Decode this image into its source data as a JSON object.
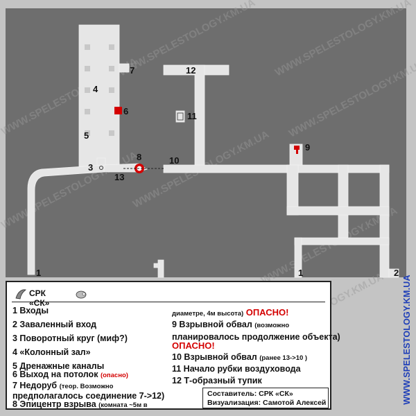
{
  "map": {
    "watermark_text": "WWW.SPELESTOLOGY.KM.UA",
    "vertical_site": "WWW.SPELESTOLOGY.KM.UA",
    "labels": {
      "l1a": "1",
      "l1b": "1",
      "l2": "2",
      "l3": "3",
      "l4": "4",
      "l5": "5",
      "l6": "6",
      "l7": "7",
      "l8": "8",
      "l9": "9",
      "l10": "10",
      "l11": "11",
      "l12": "12",
      "l13": "13"
    },
    "colors": {
      "background": "#6e6e6e",
      "tunnel": "#e6e6e6",
      "danger": "#d40000",
      "site": "#1f3fb8"
    }
  },
  "legend": {
    "brand": "СРК «СК»",
    "items": {
      "i1": "1 Входы",
      "i2": "2 Заваленный вход",
      "i3": "3 Поворотный круг (миф?)",
      "i4": "4 «Колонный зал»",
      "i5": "5 Дренажные каналы",
      "i6": "6 Выход на потолок",
      "i6_note": "(опасно)",
      "i7": "7 Недоруб",
      "i7_note_a": "(теор. Возможно",
      "i7_note_b": "предполагалось соединение 7->12)",
      "i8": "8 Эпицентр взрыва",
      "i8_note_a": "(комната ~5м в",
      "i8_note_b": "диаметре, 4м высота)",
      "i8_danger": "ОПАСНО!",
      "i9": "9 Взрывной обвал",
      "i9_note_a": "(возможно",
      "i9_note_b": "планировалось продолжение объекта)",
      "i9_danger": "ОПАСНО!",
      "i10": "10 Взрывной обвал",
      "i10_note": "(ранее 13->10 )",
      "i11": "11 Начало рубки воздуховода",
      "i12": "12 Т-образный тупик"
    },
    "credits": {
      "author": "Составитель: СРК «СК»",
      "visual": "Визуализация: Самотой Алексей"
    }
  }
}
